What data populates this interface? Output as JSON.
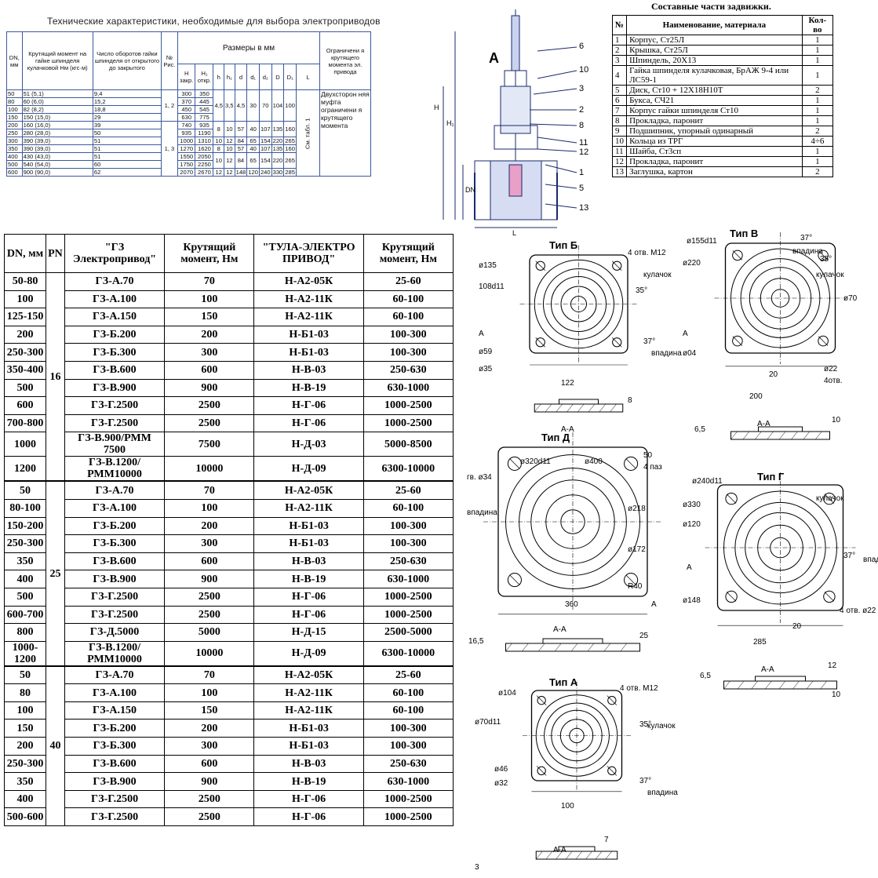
{
  "tech": {
    "title": "Технические характеристики, необходимые для выбора электроприводов",
    "headers": {
      "dn": "DN, мм",
      "torque": "Крутящий момент на гайке шпинделя кулачковой Нм (кгс·м)",
      "turns": "Число оборотов гайки шпинделя от открытого до закрытого",
      "fig": "№ Рис.",
      "sizes": "Размеры в мм",
      "limit": "Ограничени я крутящего момента эл. привода",
      "h": "H закр.",
      "h1": "H₁ откр.",
      "cols": [
        "h",
        "h₁",
        "d",
        "d₁",
        "d₂",
        "D",
        "D₁",
        "L"
      ]
    },
    "rows": [
      [
        "50",
        "51 (5,1)",
        "9,4",
        "300",
        "350"
      ],
      [
        "80",
        "60 (6,0)",
        "15,2",
        "370",
        "445"
      ],
      [
        "100",
        "82 (8,2)",
        "18,8",
        "450",
        "545"
      ],
      [
        "150",
        "150 (15,0)",
        "29",
        "630",
        "775"
      ],
      [
        "200",
        "160 (16,0)",
        "39",
        "740",
        "935"
      ],
      [
        "250",
        "280 (28,0)",
        "50",
        "935",
        "1190"
      ],
      [
        "300",
        "390 (39,0)",
        "51",
        "1000",
        "1310"
      ],
      [
        "350",
        "390 (39,0)",
        "51",
        "1270",
        "1620"
      ],
      [
        "400",
        "430 (43,0)",
        "51",
        "1550",
        "2050"
      ],
      [
        "500",
        "540 (54,0)",
        "60",
        "1750",
        "2250"
      ],
      [
        "600",
        "900 (90,0)",
        "62",
        "2070",
        "2670"
      ]
    ],
    "fig_a": "1, 2",
    "fig_b": "1, 3",
    "dims": [
      [
        "4,5",
        "3,5",
        "4,5",
        "30",
        "70",
        "104",
        "100"
      ],
      [
        "8",
        "10",
        "57",
        "40",
        "107",
        "135",
        "160"
      ],
      [
        "10",
        "12",
        "84",
        "65",
        "154",
        "220",
        "265"
      ],
      [
        "8",
        "10",
        "57",
        "40",
        "107",
        "135",
        "160"
      ],
      [
        "10",
        "12",
        "84",
        "65",
        "154",
        "220",
        "265"
      ],
      [
        "12",
        "12",
        "148",
        "120",
        "240",
        "330",
        "285"
      ]
    ],
    "see_table": "См. табл. 1",
    "limit_text": "Двухсторон няя муфта ограничени я крутящего момента"
  },
  "drawing": {
    "letter": "A",
    "callouts": [
      "6",
      "10",
      "3",
      "2",
      "8",
      "11",
      "12",
      "1",
      "5",
      "13"
    ],
    "dims": [
      "H",
      "H₁",
      "DN",
      "L"
    ]
  },
  "parts": {
    "title": "Составные части задвижки.",
    "headers": [
      "№",
      "Наименование, материала",
      "Кол-во"
    ],
    "rows": [
      [
        "1",
        "Корпус, Ст25Л",
        "1"
      ],
      [
        "2",
        "Крышка, Ст25Л",
        "1"
      ],
      [
        "3",
        "Шпиндель, 20Х13",
        "1"
      ],
      [
        "4",
        "Гайка шпинделя кулачковая, БрАЖ 9-4 или ЛС59-1",
        "1"
      ],
      [
        "5",
        "Диск, Ст10 + 12Х18Н10Т",
        "2"
      ],
      [
        "6",
        "Букса, СЧ21",
        "1"
      ],
      [
        "7",
        "Корпус гайки шпинделя Ст10",
        "1"
      ],
      [
        "8",
        "Прокладка, паронит",
        "1"
      ],
      [
        "9",
        "Подшипник, упорный одинарный",
        "2"
      ],
      [
        "10",
        "Кольца из ТРГ",
        "4÷6"
      ],
      [
        "11",
        "Шайба, Ст3сп",
        "1"
      ],
      [
        "12",
        "Прокладка, паронит",
        "1"
      ],
      [
        "13",
        "Заглушка, картон",
        "2"
      ]
    ]
  },
  "main": {
    "headers": [
      "DN, мм",
      "PN",
      "\"ГЗ Электропривод\"",
      "Крутящий момент, Нм",
      "\"ТУЛА-ЭЛЕКТРО ПРИВОД\"",
      "Крутящий момент, Нм"
    ],
    "groups": [
      {
        "pn": "16",
        "rows": [
          [
            "50-80",
            "ГЗ-А.70",
            "70",
            "Н-А2-05К",
            "25-60"
          ],
          [
            "100",
            "ГЗ-А.100",
            "100",
            "Н-А2-11К",
            "60-100"
          ],
          [
            "125-150",
            "ГЗ-А.150",
            "150",
            "Н-А2-11К",
            "60-100"
          ],
          [
            "200",
            "ГЗ-Б.200",
            "200",
            "Н-Б1-03",
            "100-300"
          ],
          [
            "250-300",
            "ГЗ-Б.300",
            "300",
            "Н-Б1-03",
            "100-300"
          ],
          [
            "350-400",
            "ГЗ-В.600",
            "600",
            "Н-В-03",
            "250-630"
          ],
          [
            "500",
            "ГЗ-В.900",
            "900",
            "Н-В-19",
            "630-1000"
          ],
          [
            "600",
            "ГЗ-Г.2500",
            "2500",
            "Н-Г-06",
            "1000-2500"
          ],
          [
            "700-800",
            "ГЗ-Г.2500",
            "2500",
            "Н-Г-06",
            "1000-2500"
          ],
          [
            "1000",
            "ГЗ-В.900/РММ 7500",
            "7500",
            "Н-Д-03",
            "5000-8500"
          ],
          [
            "1200",
            "ГЗ-В.1200/РММ10000",
            "10000",
            "Н-Д-09",
            "6300-10000"
          ]
        ]
      },
      {
        "pn": "25",
        "rows": [
          [
            "50",
            "ГЗ-А.70",
            "70",
            "Н-А2-05К",
            "25-60"
          ],
          [
            "80-100",
            "ГЗ-А.100",
            "100",
            "Н-А2-11К",
            "60-100"
          ],
          [
            "150-200",
            "ГЗ-Б.200",
            "200",
            "Н-Б1-03",
            "100-300"
          ],
          [
            "250-300",
            "ГЗ-Б.300",
            "300",
            "Н-Б1-03",
            "100-300"
          ],
          [
            "350",
            "ГЗ-В.600",
            "600",
            "Н-В-03",
            "250-630"
          ],
          [
            "400",
            "ГЗ-В.900",
            "900",
            "Н-В-19",
            "630-1000"
          ],
          [
            "500",
            "ГЗ-Г.2500",
            "2500",
            "Н-Г-06",
            "1000-2500"
          ],
          [
            "600-700",
            "ГЗ-Г.2500",
            "2500",
            "Н-Г-06",
            "1000-2500"
          ],
          [
            "800",
            "ГЗ-Д.5000",
            "5000",
            "Н-Д-15",
            "2500-5000"
          ],
          [
            "1000-1200",
            "ГЗ-В.1200/РММ10000",
            "10000",
            "Н-Д-09",
            "6300-10000"
          ]
        ]
      },
      {
        "pn": "40",
        "rows": [
          [
            "50",
            "ГЗ-А.70",
            "70",
            "Н-А2-05К",
            "25-60"
          ],
          [
            "80",
            "ГЗ-А.100",
            "100",
            "Н-А2-11К",
            "60-100"
          ],
          [
            "100",
            "ГЗ-А.150",
            "150",
            "Н-А2-11К",
            "60-100"
          ],
          [
            "150",
            "ГЗ-Б.200",
            "200",
            "Н-Б1-03",
            "100-300"
          ],
          [
            "200",
            "ГЗ-Б.300",
            "300",
            "Н-Б1-03",
            "100-300"
          ],
          [
            "250-300",
            "ГЗ-В.600",
            "600",
            "Н-В-03",
            "250-630"
          ],
          [
            "350",
            "ГЗ-В.900",
            "900",
            "Н-В-19",
            "630-1000"
          ],
          [
            "400",
            "ГЗ-Г.2500",
            "2500",
            "Н-Г-06",
            "1000-2500"
          ],
          [
            "500-600",
            "ГЗ-Г.2500",
            "2500",
            "Н-Г-06",
            "1000-2500"
          ]
        ]
      }
    ]
  },
  "flanges": {
    "b": {
      "title": "Тип Б",
      "labels": [
        "ø135",
        "108d11",
        "ø59",
        "ø35",
        "4 отв. М12",
        "35°",
        "37°",
        "впадина",
        "кулачок",
        "122",
        "А-А",
        "8",
        "А"
      ]
    },
    "v": {
      "title": "Тип В",
      "labels": [
        "ø155d11",
        "ø220",
        "ø70",
        "ø04",
        "ø22",
        "37°",
        "35°",
        "впадина",
        "кулачок",
        "20",
        "4отв.",
        "200",
        "А-А",
        "10",
        "6,5",
        "А"
      ]
    },
    "d": {
      "title": "Тип Д",
      "labels": [
        "ø320d11",
        "ø400",
        "гв. ø34",
        "50",
        "4 паз",
        "ø218",
        "ø172",
        "R40",
        "360",
        "впадина",
        "А-А",
        "16,5",
        "25",
        "А"
      ]
    },
    "g": {
      "title": "Тип Г",
      "labels": [
        "ø240d11",
        "ø330",
        "ø120",
        "ø148",
        "37°",
        "кулачок",
        "впадина",
        "4 отв. ø22",
        "20",
        "285",
        "А-А",
        "6,5",
        "12",
        "10",
        "А"
      ]
    },
    "a": {
      "title": "Тип А",
      "labels": [
        "ø104",
        "ø70d11",
        "ø46",
        "ø32",
        "4 отв. М12",
        "35°",
        "37°",
        "кулачок",
        "впадина",
        "100",
        "А-А",
        "7",
        "3"
      ]
    }
  }
}
